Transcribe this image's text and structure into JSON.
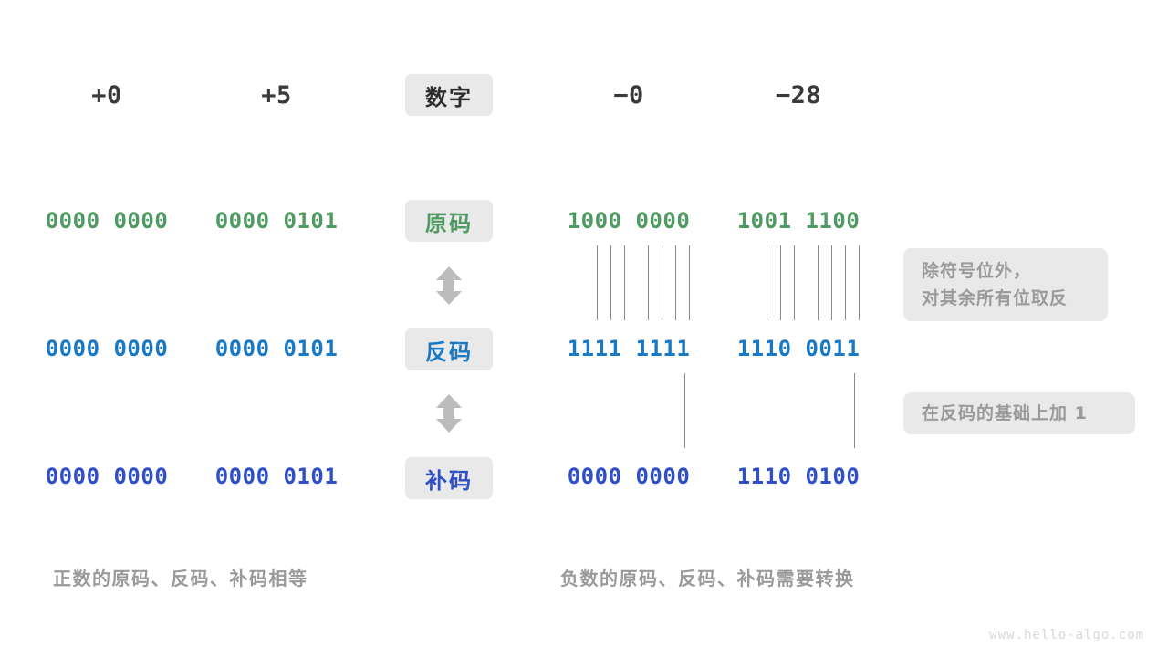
{
  "diagram": {
    "title_chip": "数字",
    "watermark": "www.hello-algo.com",
    "columns": [
      {
        "name": "plus-zero",
        "header": "+0"
      },
      {
        "name": "plus-five",
        "header": "+5"
      },
      {
        "name": "minus-zero",
        "header": "−0"
      },
      {
        "name": "minus-28",
        "header": "−28"
      }
    ],
    "rows": [
      {
        "key": "true-form",
        "chip": "原码",
        "color": "#4f9a62",
        "values": [
          "0000 0000",
          "0000 0101",
          "1000 0000",
          "1001 1100"
        ]
      },
      {
        "key": "ones-complement",
        "chip": "反码",
        "color": "#1a79c4",
        "values": [
          "0000 0000",
          "0000 0101",
          "1111 1111",
          "1110 0011"
        ]
      },
      {
        "key": "twos-complement",
        "chip": "补码",
        "color": "#2f4fc8",
        "values": [
          "0000 0000",
          "0000 0101",
          "0000 0000",
          "1110 0100"
        ]
      }
    ],
    "notes": [
      {
        "name": "invert-note",
        "lines": [
          "除符号位外，",
          "对其余所有位取反"
        ]
      },
      {
        "name": "add-one-note",
        "lines": [
          "在反码的基础上加 1"
        ]
      }
    ],
    "captions": [
      {
        "name": "positive-caption",
        "text": "正数的原码、反码、补码相等"
      },
      {
        "name": "negative-caption",
        "text": "负数的原码、反码、补码需要转换"
      }
    ],
    "arrows": [
      {
        "name": "arrow-true-to-ones"
      },
      {
        "name": "arrow-ones-to-twos"
      }
    ]
  }
}
